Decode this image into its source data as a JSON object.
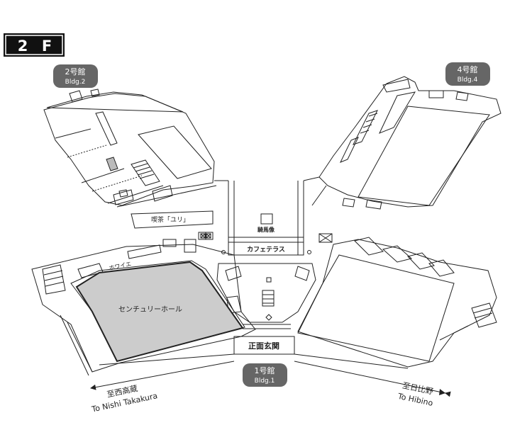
{
  "floor": {
    "number": "2",
    "letter": "F"
  },
  "buildings": [
    {
      "id": "bldg2",
      "ja": "2号館",
      "en": "Bldg.2"
    },
    {
      "id": "bldg4",
      "ja": "4号館",
      "en": "Bldg.4"
    },
    {
      "id": "bldg1",
      "ja": "1号館",
      "en": "Bldg.1"
    }
  ],
  "rooms": {
    "cafe_yuri": "喫茶「ユリ」",
    "statue": "騎馬像",
    "cafe_terrace": "カフェテラス",
    "foyer": "ホワイエ",
    "century_hall": "センチュリーホール",
    "main_entrance": "正面玄関"
  },
  "directions": {
    "left": {
      "ja": "至西高蔵",
      "en": "To Nishi Takakura"
    },
    "right": {
      "ja": "至日比野",
      "en": "To Hibino"
    }
  },
  "colors": {
    "line": "#222222",
    "hall_fill": "#cccccc",
    "badge_fill": "#666666",
    "floor_fill": "#111111"
  }
}
